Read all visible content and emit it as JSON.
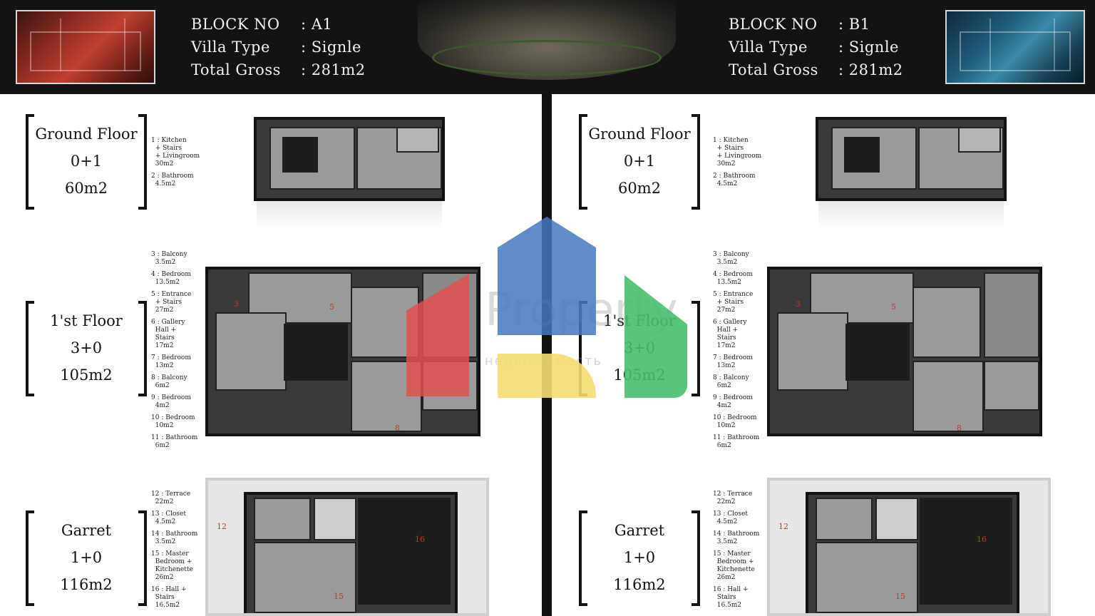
{
  "left_block": {
    "block_no_key": "BLOCK NO",
    "block_no_val": ": A1",
    "villa_type_key": "Villa Type",
    "villa_type_val": ": Signle",
    "total_gross_key": "Total Gross",
    "total_gross_val": ": 281m2"
  },
  "right_block": {
    "block_no_key": "BLOCK NO",
    "block_no_val": ": B1",
    "villa_type_key": "Villa Type",
    "villa_type_val": ": Signle",
    "total_gross_key": "Total Gross",
    "total_gross_val": ": 281m2"
  },
  "floors": {
    "ground": {
      "name": "Ground Floor",
      "rooms": "0+1",
      "area": "60m2"
    },
    "first": {
      "name": "1'st Floor",
      "rooms": "3+0",
      "area": "105m2"
    },
    "garret": {
      "name": "Garret",
      "rooms": "1+0",
      "area": "116m2"
    }
  },
  "legend": {
    "ground": [
      "1 : Kitchen\n  + Stairs\n  + Livingroom\n  30m2",
      "2 : Bathroom\n  4.5m2"
    ],
    "first": [
      "3 : Balcony\n  3.5m2",
      "4 : Bedroom\n  13.5m2",
      "5 : Entrance\n  + Stairs\n  27m2",
      "6 : Gallery\n  Hall +\n  Stairs\n  17m2",
      "7 : Bedroom\n  13m2",
      "8 : Balcony\n  6m2",
      "9 : Bedroom\n  4m2",
      "10 : Bedroom\n  10m2",
      "11 : Bathroom\n  6m2"
    ],
    "garret": [
      "12 : Terrace\n  22m2",
      "13 : Closet\n  4.5m2",
      "14 : Bathroom\n  3.5m2",
      "15 : Master\n  Bedroom +\n  Kitchenette\n  26m2",
      "16 : Hall +\n  Stairs\n  16.5m2"
    ]
  },
  "plan_numbers": {
    "first": [
      "3",
      "5",
      "8"
    ],
    "garret": [
      "12",
      "16",
      "15"
    ]
  },
  "watermark": {
    "brand": "Property",
    "sub": "недвижимость"
  },
  "colors": {
    "header_bg": "#141213",
    "wm_blue": "#4678be",
    "wm_red": "#e15050",
    "wm_yellow": "#f5dc6e",
    "wm_green": "#46be6e"
  }
}
